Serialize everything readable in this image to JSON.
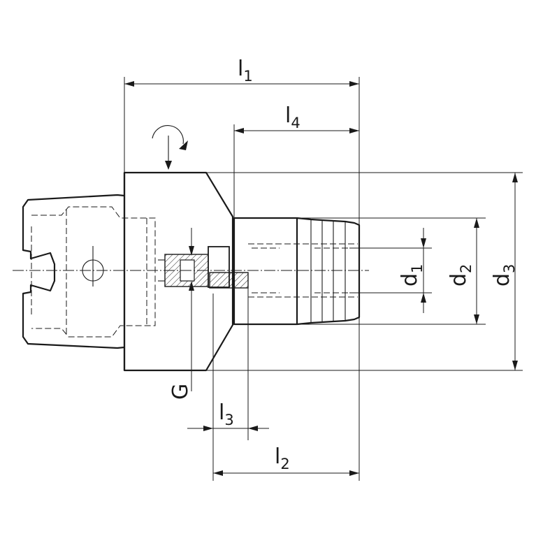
{
  "drawing": {
    "dimensions": {
      "l1": {
        "main": "l",
        "sub": "1"
      },
      "l2": {
        "main": "l",
        "sub": "2"
      },
      "l3": {
        "main": "l",
        "sub": "3"
      },
      "l4": {
        "main": "l",
        "sub": "4"
      },
      "d1": {
        "main": "d",
        "sub": "1"
      },
      "d2": {
        "main": "d",
        "sub": "2"
      },
      "d3": {
        "main": "d",
        "sub": "3"
      },
      "g": {
        "main": "G"
      }
    },
    "icons": {
      "rotation": "rotation-direction-icon"
    }
  }
}
